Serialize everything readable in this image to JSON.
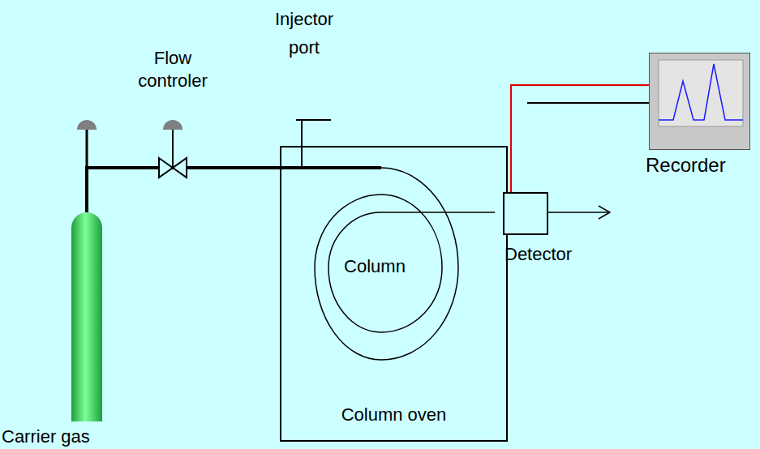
{
  "diagram": {
    "nodes": [
      {
        "text": [
          "Carrier gas"
        ]
      },
      {
        "text": [
          "Column oven"
        ]
      },
      {
        "text": [
          "Detector"
        ]
      },
      {
        "text": [
          "Recorder"
        ]
      }
    ],
    "edges": [
      {
        "from": 0,
        "to": 1,
        "arrow": "none"
      },
      {
        "from": 1,
        "to": 2,
        "arrow": "none"
      },
      {
        "from": 2,
        "to": 3,
        "arrow": "none"
      }
    ],
    "labels": [
      "Flow controler",
      "Injector port",
      "Column"
    ]
  }
}
